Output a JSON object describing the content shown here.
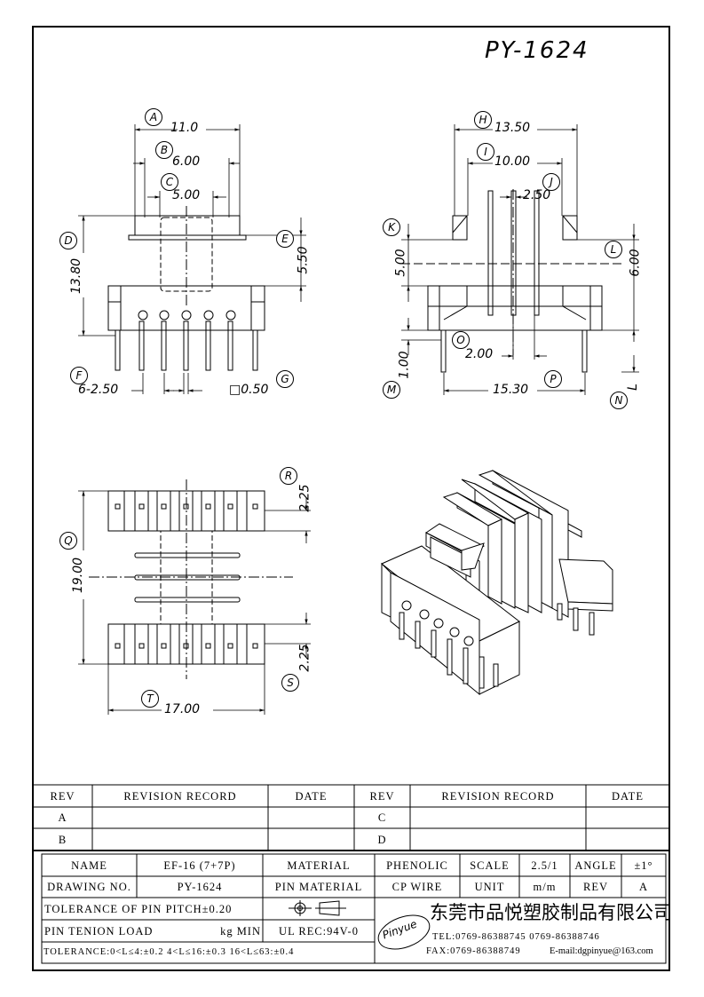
{
  "part_number": "PY-1624",
  "dimensions": {
    "A": "11.0",
    "B": "6.00",
    "C": "5.00",
    "D": "13.80",
    "E": "5.50",
    "F": "6-2.50",
    "G": "□0.50",
    "H": "13.50",
    "I": "10.00",
    "J": "2.50",
    "K": "5.00",
    "L": "6.00",
    "M": "1.00",
    "N": "L",
    "O": "2.00",
    "P": "15.30",
    "Q": "19.00",
    "R": "2.25",
    "S": "2.25",
    "T": "17.00"
  },
  "labels": [
    "A",
    "B",
    "C",
    "D",
    "E",
    "F",
    "G",
    "H",
    "I",
    "J",
    "K",
    "L",
    "M",
    "N",
    "O",
    "P",
    "Q",
    "R",
    "S",
    "T"
  ],
  "revision_table": {
    "headers": [
      "REV",
      "REVISION RECORD",
      "DATE",
      "REV",
      "REVISION RECORD",
      "DATE"
    ],
    "rows": [
      [
        "A",
        "",
        "",
        "C",
        "",
        ""
      ],
      [
        "B",
        "",
        "",
        "D",
        "",
        ""
      ]
    ]
  },
  "info_table": {
    "name_label": "NAME",
    "name_value": "EF-16 (7+7P)",
    "material_label": "MATERIAL",
    "material_value": "PHENOLIC",
    "scale_label": "SCALE",
    "scale_value": "2.5/1",
    "angle_label": "ANGLE",
    "angle_value": "±1°",
    "drawing_label": "DRAWING NO.",
    "drawing_value": "PY-1624",
    "pin_material_label": "PIN MATERIAL",
    "pin_material_value": "CP WIRE",
    "unit_label": "UNIT",
    "unit_value": "m/m",
    "rev_label": "REV",
    "rev_value": "A",
    "tolerance_pitch": "TOLERANCE OF PIN PITCH±0.20",
    "pin_tension": "PIN TENION LOAD",
    "pin_tension_unit": "kg MIN",
    "ul_rec": "UL REC:94V-0",
    "tolerance_general": "TOLERANCE:0<L≤4:±0.2  4<L≤16:±0.3  16<L≤63:±0.4"
  },
  "company": {
    "logo_text": "Pinyue",
    "name_cn": "东莞市品悦塑胶制品有限公司",
    "tel": "TEL:0769-86388745   0769-86388746",
    "fax": "FAX:0769-86388749",
    "email": "E-mail:dgpinyue@163.com"
  }
}
